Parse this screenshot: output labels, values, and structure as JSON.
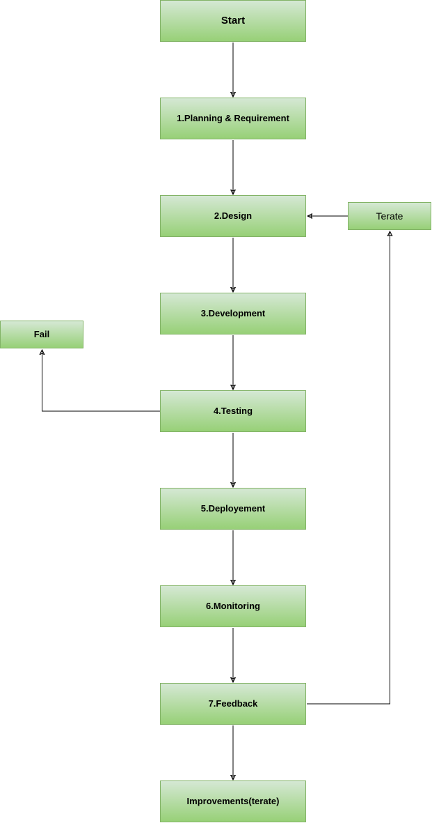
{
  "diagram": {
    "nodes": {
      "start": "Start",
      "planning": "1.Planning & Requirement",
      "design": "2.Design",
      "development": "3.Development",
      "testing": "4.Testing",
      "deployment": "5.Deployement",
      "monitoring": "6.Monitoring",
      "feedback": "7.Feedback",
      "improvements": "Improvements(terate)",
      "fail": "Fail",
      "iterate": "Terate"
    },
    "edges": [
      {
        "from": "start",
        "to": "planning"
      },
      {
        "from": "planning",
        "to": "design"
      },
      {
        "from": "design",
        "to": "development"
      },
      {
        "from": "development",
        "to": "testing"
      },
      {
        "from": "testing",
        "to": "deployment"
      },
      {
        "from": "testing",
        "to": "fail"
      },
      {
        "from": "deployment",
        "to": "monitoring"
      },
      {
        "from": "monitoring",
        "to": "feedback"
      },
      {
        "from": "feedback",
        "to": "improvements"
      },
      {
        "from": "feedback",
        "to": "iterate"
      },
      {
        "from": "iterate",
        "to": "design"
      }
    ],
    "colors": {
      "node_fill_top": "#d5e8d4",
      "node_fill_bottom": "#97d077",
      "node_border": "#82b366",
      "edge": "#000000"
    }
  }
}
